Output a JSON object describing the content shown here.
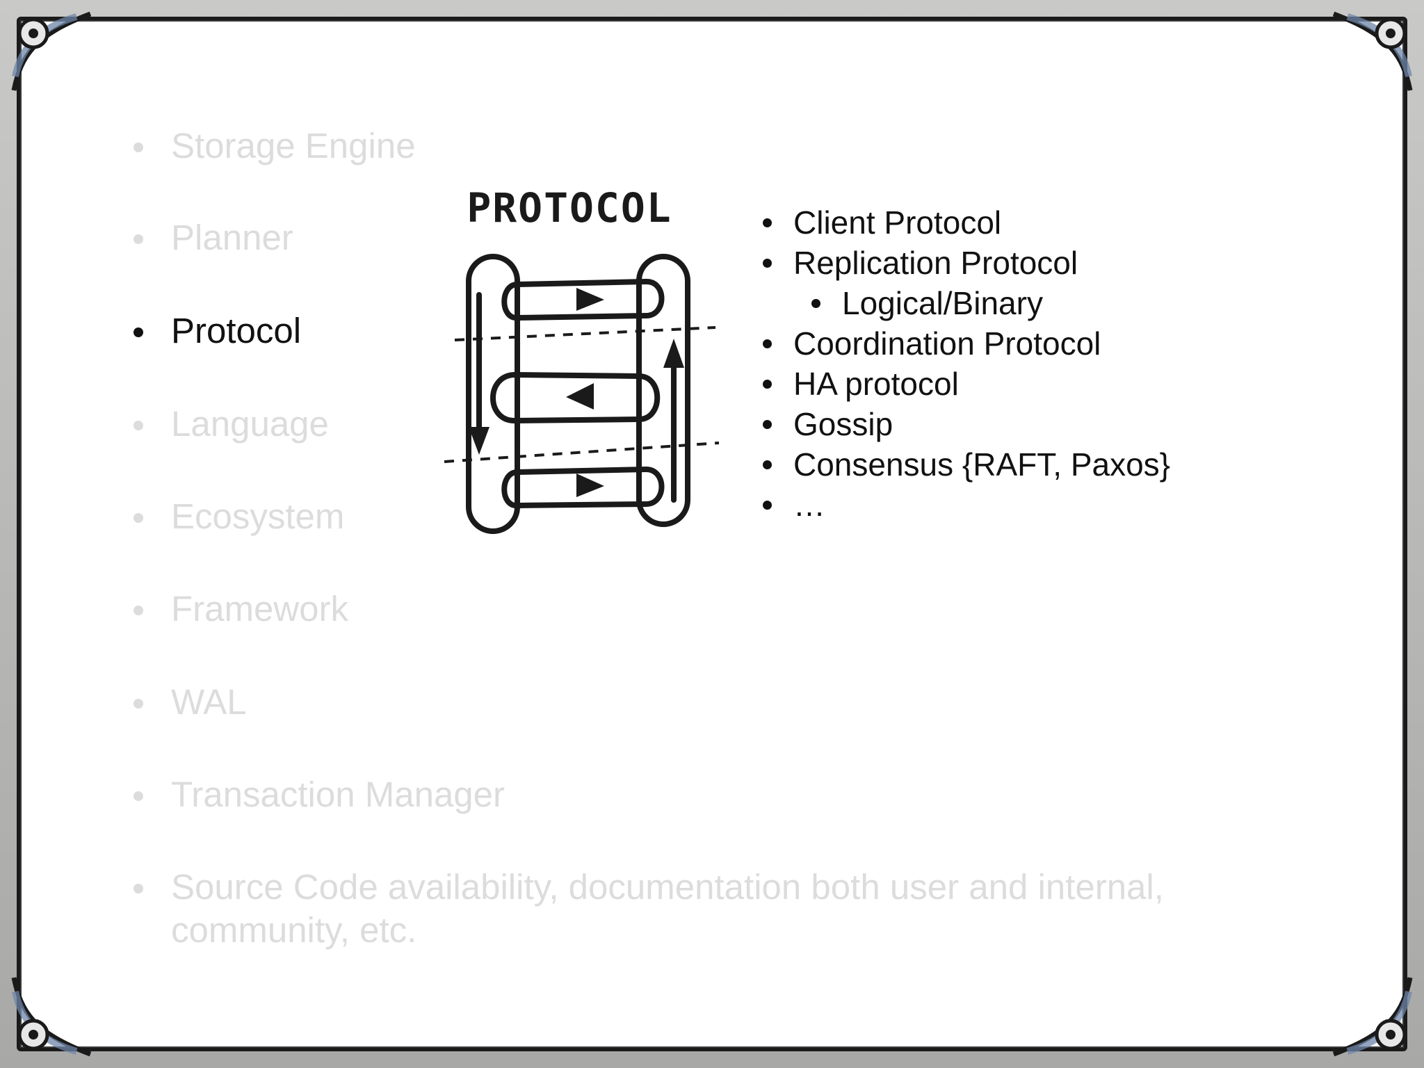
{
  "topics": [
    {
      "label": "Storage Engine",
      "active": false
    },
    {
      "label": "Planner",
      "active": false
    },
    {
      "label": "Protocol",
      "active": true
    },
    {
      "label": "Language",
      "active": false
    },
    {
      "label": "Ecosystem",
      "active": false
    },
    {
      "label": "Framework",
      "active": false
    },
    {
      "label": "WAL",
      "active": false
    },
    {
      "label": "Transaction Manager",
      "active": false
    },
    {
      "label": "Source Code availability, documentation both user and internal, community, etc.",
      "active": false
    }
  ],
  "diagram": {
    "title": "PROTOCOL"
  },
  "protocol_items": [
    {
      "label": "Client Protocol",
      "level": 1
    },
    {
      "label": "Replication Protocol",
      "level": 1
    },
    {
      "label": "Logical/Binary",
      "level": 2
    },
    {
      "label": "Coordination Protocol",
      "level": 1
    },
    {
      "label": "HA protocol",
      "level": 1
    },
    {
      "label": "Gossip",
      "level": 1
    },
    {
      "label": "Consensus {RAFT, Paxos}",
      "level": 1
    },
    {
      "label": "…",
      "level": 1
    }
  ],
  "colors": {
    "active_text": "#111111",
    "inactive_text": "#dcdcdc",
    "frame": "#1a1a1a",
    "corner_accent": "#6f86a8"
  }
}
